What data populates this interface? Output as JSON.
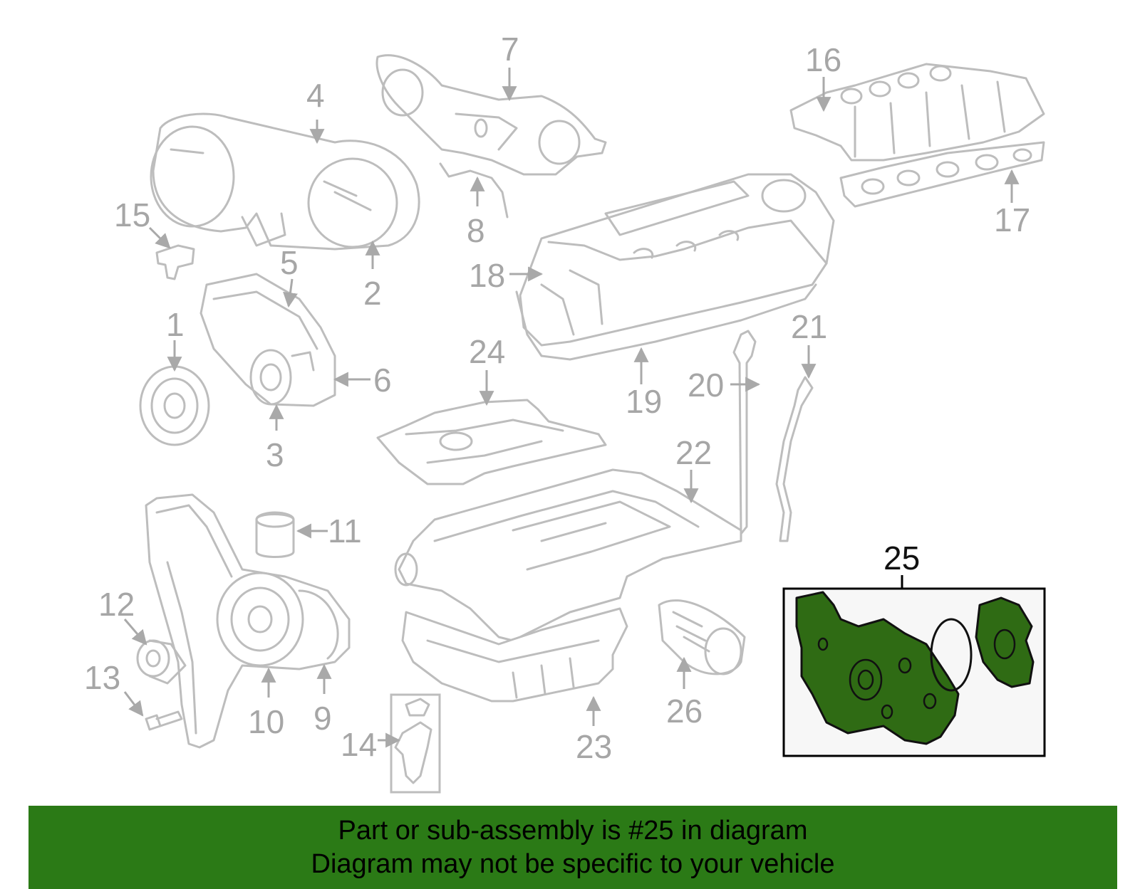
{
  "diagram": {
    "callouts": [
      {
        "id": "1",
        "label": "1"
      },
      {
        "id": "2",
        "label": "2"
      },
      {
        "id": "3",
        "label": "3"
      },
      {
        "id": "4",
        "label": "4"
      },
      {
        "id": "5",
        "label": "5"
      },
      {
        "id": "6",
        "label": "6"
      },
      {
        "id": "7",
        "label": "7"
      },
      {
        "id": "8",
        "label": "8"
      },
      {
        "id": "9",
        "label": "9"
      },
      {
        "id": "10",
        "label": "10"
      },
      {
        "id": "11",
        "label": "11"
      },
      {
        "id": "12",
        "label": "12"
      },
      {
        "id": "13",
        "label": "13"
      },
      {
        "id": "14",
        "label": "14"
      },
      {
        "id": "15",
        "label": "15"
      },
      {
        "id": "16",
        "label": "16"
      },
      {
        "id": "17",
        "label": "17"
      },
      {
        "id": "18",
        "label": "18"
      },
      {
        "id": "19",
        "label": "19"
      },
      {
        "id": "20",
        "label": "20"
      },
      {
        "id": "21",
        "label": "21"
      },
      {
        "id": "22",
        "label": "22"
      },
      {
        "id": "23",
        "label": "23"
      },
      {
        "id": "24",
        "label": "24"
      },
      {
        "id": "25",
        "label": "25"
      },
      {
        "id": "26",
        "label": "26"
      }
    ],
    "highlighted_callout": "25",
    "highlight_color": "#2f6b14",
    "line_color": "#bdbdbd",
    "label_color": "#a6a6a6"
  },
  "footer": {
    "line1": "Part or sub-assembly is #25 in diagram",
    "line2": "Diagram may not be specific to your vehicle",
    "background": "#2b7a16"
  }
}
